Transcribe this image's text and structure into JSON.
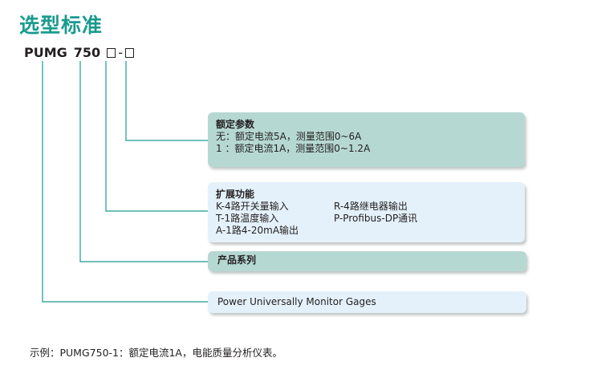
{
  "title": "选型标准",
  "model": {
    "prefix": "PUMG",
    "number": "750",
    "separator": "-"
  },
  "rated_params": {
    "title": "额定参数",
    "lines": [
      "无：额定电流5A，测量范围0~6A",
      "1 ：额定电流1A，测量范围0~1.2A"
    ]
  },
  "extensions": {
    "title": "扩展功能",
    "left": [
      "K-4路开关量输入",
      "T-1路温度输入",
      "A-1路4-20mA输出"
    ],
    "right": [
      "R-4路继电器输出",
      "P-Profibus-DP通讯"
    ]
  },
  "series": {
    "title": "产品系列"
  },
  "description": {
    "text": "Power Universally Monitor Gages"
  },
  "example": {
    "text": "示例：PUMG750-1：额定电流1A，电能质量分析仪表。"
  },
  "colors": {
    "accent": "#1a9b8f",
    "card_dark": "#b6d8d3",
    "card_light": "#e4f1fa",
    "line": "#1a9b8f"
  }
}
